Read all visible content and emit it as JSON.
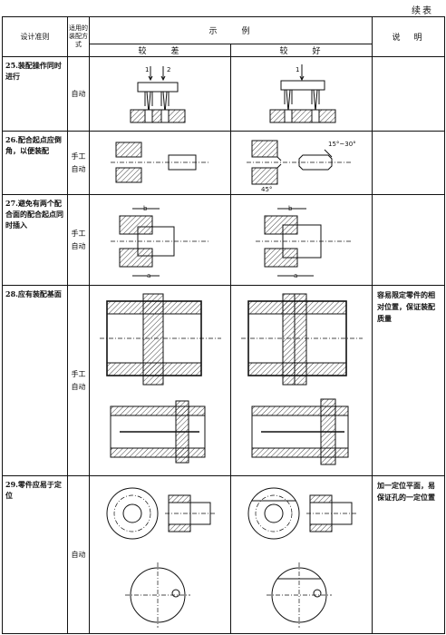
{
  "continued": "续表",
  "header": {
    "rule": "设计准则",
    "applicable_mode": "适用的装配方式",
    "example": "示　　例",
    "worse": "较　　差",
    "better": "较　　好",
    "note": "说　明"
  },
  "rows": [
    {
      "rule": "25.装配操作同时进行",
      "mode": "自动",
      "note": "",
      "labels": {
        "worse_1": "1",
        "worse_2": "2",
        "better_1": "1"
      }
    },
    {
      "rule": "26.配合起点应倒角，以便装配",
      "mode": "手工自动",
      "note": "",
      "labels": {
        "angle_small": "45°",
        "angle_range": "15°~30°"
      }
    },
    {
      "rule": "27.避免有两个配合面的配合起点同时插入",
      "mode": "手工自动",
      "note": "",
      "labels": {
        "b": "b",
        "a": "a"
      }
    },
    {
      "rule": "28.应有装配基面",
      "mode": "手工自动",
      "note": "容易限定零件的相对位置，保证装配质量"
    },
    {
      "rule": "29.零件应易于定位",
      "mode": "自动",
      "note": "加一定位平面，易保证孔的一定位置"
    }
  ]
}
